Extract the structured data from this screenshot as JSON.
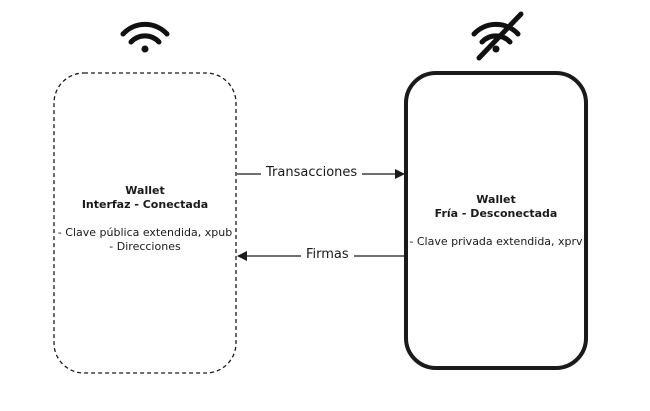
{
  "hot_wallet": {
    "title_line1": "Wallet",
    "title_line2": "Interfaz - Conectada",
    "items": [
      "- Clave pública extendida, xpub",
      "- Direcciones"
    ],
    "status_icon": "wifi-icon",
    "border_style": "dashed"
  },
  "cold_wallet": {
    "title_line1": "Wallet",
    "title_line2": "Fría - Desconectada",
    "items": [
      "- Clave privada extendida, xprv"
    ],
    "status_icon": "wifi-off-icon",
    "border_style": "solid"
  },
  "edges": {
    "transactions": {
      "label": "Transacciones",
      "direction": "to-cold"
    },
    "signatures": {
      "label": "Firmas",
      "direction": "to-hot"
    }
  },
  "colors": {
    "stroke": "#1a1a1a",
    "background": "#ffffff"
  }
}
